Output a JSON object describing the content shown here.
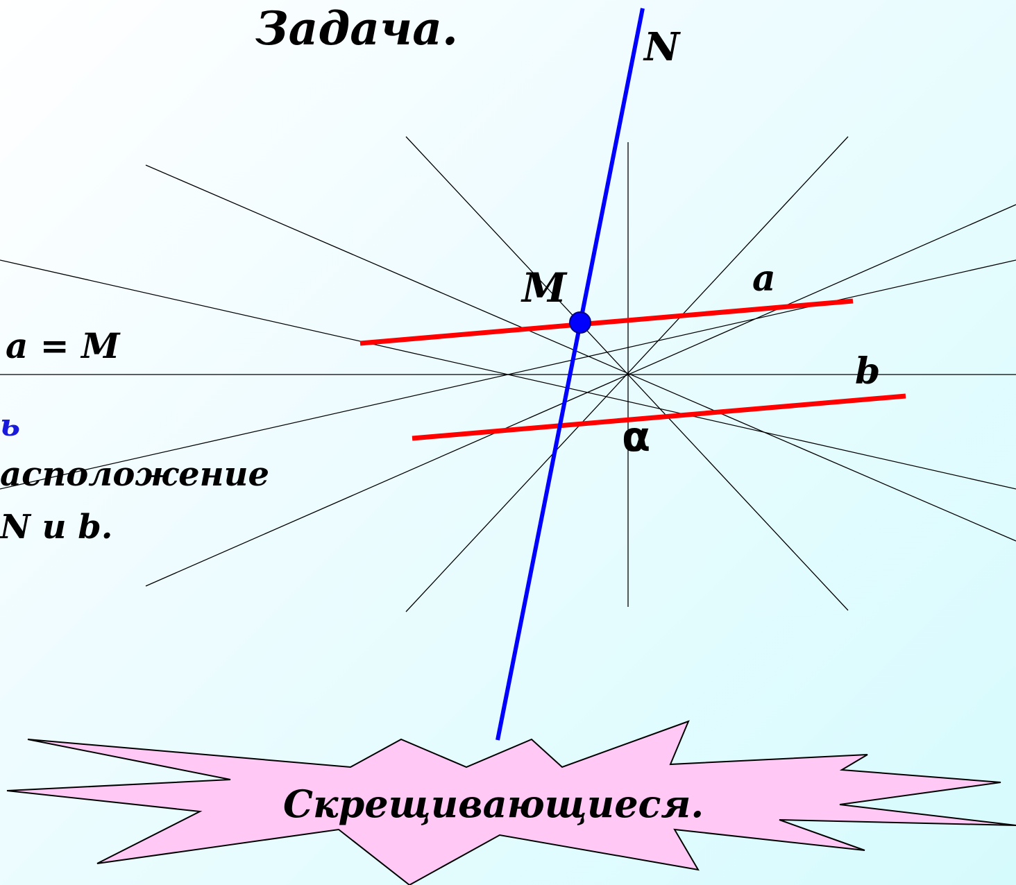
{
  "title": "Задача.",
  "labels": {
    "N": "N",
    "M": "M",
    "a": "a",
    "b": "b",
    "plane": "α"
  },
  "left_text": {
    "condition": "a = M",
    "task_line1": "ь",
    "task_line2": "асположение",
    "task_line3": "N и b."
  },
  "answer": "Скрещивающиеся.",
  "colors": {
    "line_N": "#0000ff",
    "lines_ab": "#ff0000",
    "point_M": "#0000ff",
    "star_fill": "#ffc8f5",
    "task_blue": "#1a1adb"
  }
}
